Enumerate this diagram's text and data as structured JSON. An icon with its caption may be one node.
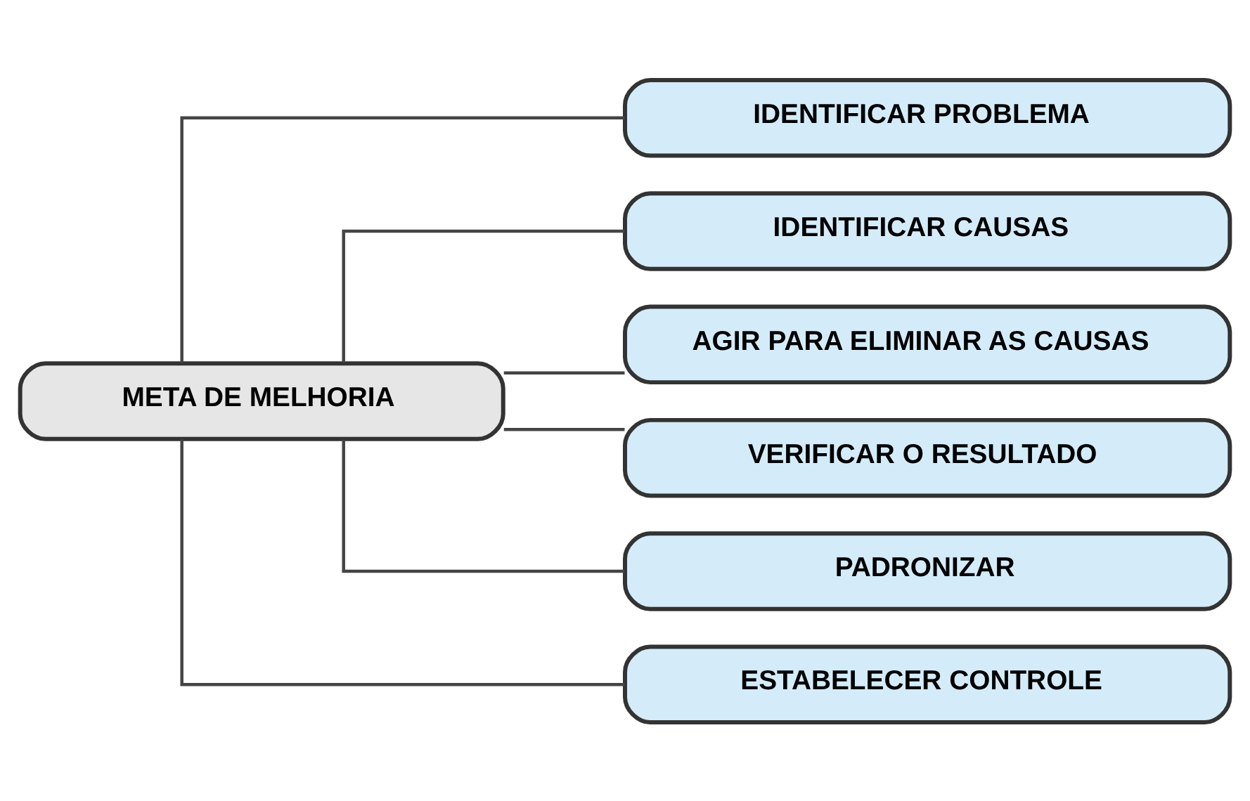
{
  "diagram": {
    "nodes": [
      {
        "text": [
          "META DE MELHORIA"
        ]
      },
      {
        "text": [
          "IDENTIFICAR PROBLEMA"
        ]
      },
      {
        "text": [
          "IDENTIFICAR CAUSAS"
        ]
      },
      {
        "text": [
          "AGIR PARA ELIMINAR AS CAUSAS"
        ]
      },
      {
        "text": [
          "VERIFICAR O RESULTADO"
        ]
      },
      {
        "text": [
          "PADRONIZAR"
        ]
      },
      {
        "text": [
          "ESTABELECER CONTROLE"
        ]
      }
    ],
    "edges": [
      {
        "from": 0,
        "to": 1,
        "arrow": "none"
      },
      {
        "from": 0,
        "to": 2,
        "arrow": "none"
      },
      {
        "from": 0,
        "to": 3,
        "arrow": "none"
      },
      {
        "from": 0,
        "to": 4,
        "arrow": "none"
      },
      {
        "from": 0,
        "to": 5,
        "arrow": "none"
      },
      {
        "from": 0,
        "to": 6,
        "arrow": "none"
      }
    ]
  }
}
